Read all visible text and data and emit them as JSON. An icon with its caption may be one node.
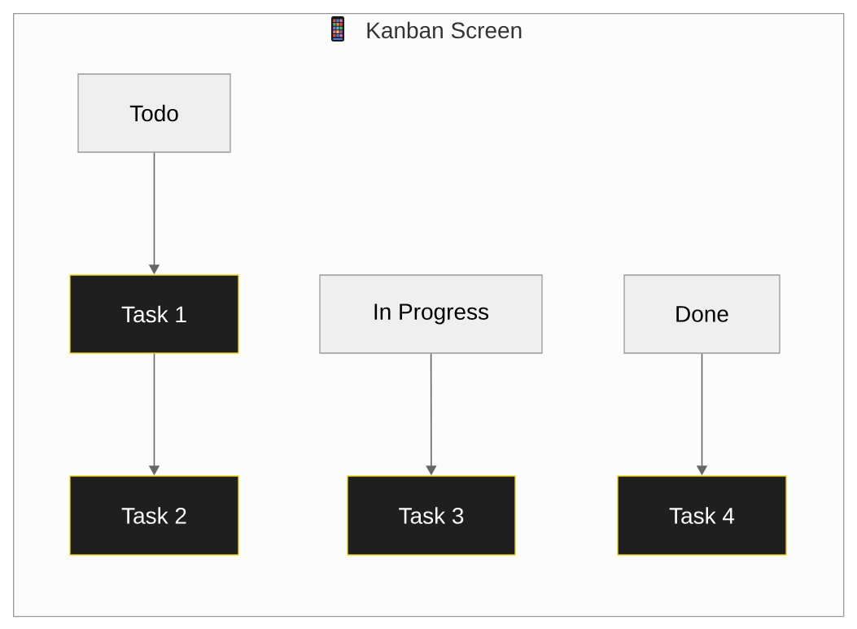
{
  "diagram": {
    "nodes": [
      {
        "text": [
          "Kanban Screen"
        ]
      },
      {
        "text": [
          "Todo"
        ],
        "in": 0
      },
      {
        "text": [
          "Task 1"
        ],
        "in": 0
      },
      {
        "text": [
          "Task 2"
        ],
        "in": 0
      },
      {
        "text": [
          "In Progress"
        ],
        "in": 0
      },
      {
        "text": [
          "Task 3"
        ],
        "in": 0
      },
      {
        "text": [
          "Done"
        ],
        "in": 0
      },
      {
        "text": [
          "Task 4"
        ],
        "in": 0
      }
    ],
    "edges": [
      {
        "from": 1,
        "to": 2,
        "arrow": "to"
      },
      {
        "from": 2,
        "to": 3,
        "arrow": "to"
      },
      {
        "from": 4,
        "to": 5,
        "arrow": "to"
      },
      {
        "from": 6,
        "to": 7,
        "arrow": "to"
      }
    ]
  }
}
